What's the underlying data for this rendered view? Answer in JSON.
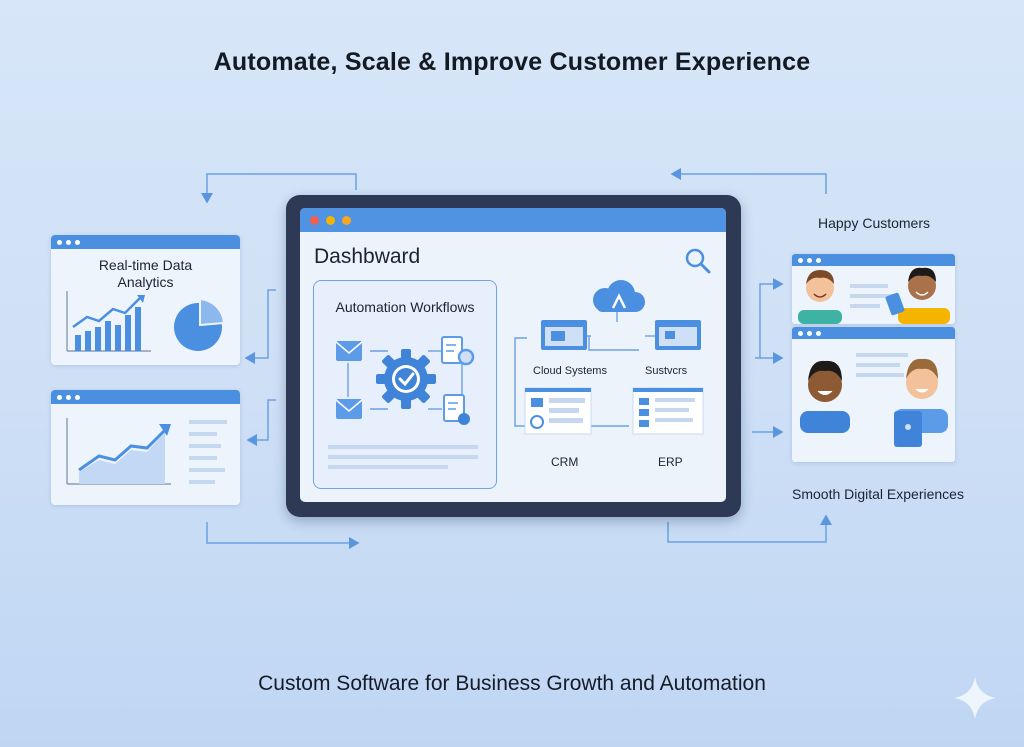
{
  "heading": "Automate, Scale & Improve Customer Experience",
  "footer": "Custom Software for Business Growth and Automation",
  "analytics_card": {
    "label": "Real-time Data Analytics"
  },
  "dashboard": {
    "title": "Dashbward",
    "workflows_label": "Automation Workflows",
    "systems": {
      "cloud": "Cloud Systems",
      "other": "Sustvcrs",
      "crm": "CRM",
      "erp": "ERP"
    }
  },
  "customers": {
    "top_label": "Happy Customers",
    "bottom_label": "Smooth Digital Experiences"
  },
  "colors": {
    "accent": "#4a8fe0",
    "frame": "#2e3a55",
    "window_red": "#f0604c",
    "window_yellow": "#f4b400",
    "window_orange": "#f5a623"
  },
  "icons": [
    "search-icon",
    "cloud-icon",
    "gear-check-icon",
    "mail-icon",
    "document-icon",
    "sparkle-icon"
  ]
}
